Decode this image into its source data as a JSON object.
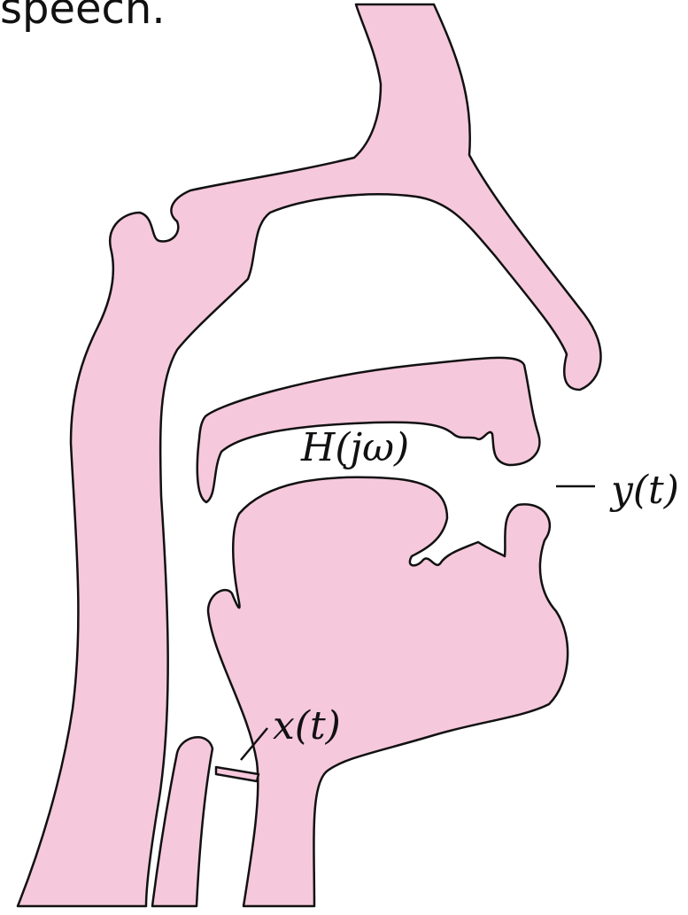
{
  "caption": "speech.",
  "labels": {
    "transfer_function": "H(jω)",
    "output_signal": "y(t)",
    "input_signal": "x(t)"
  },
  "colors": {
    "tissue_fill": "#f6c8dc",
    "outline": "#111111"
  }
}
